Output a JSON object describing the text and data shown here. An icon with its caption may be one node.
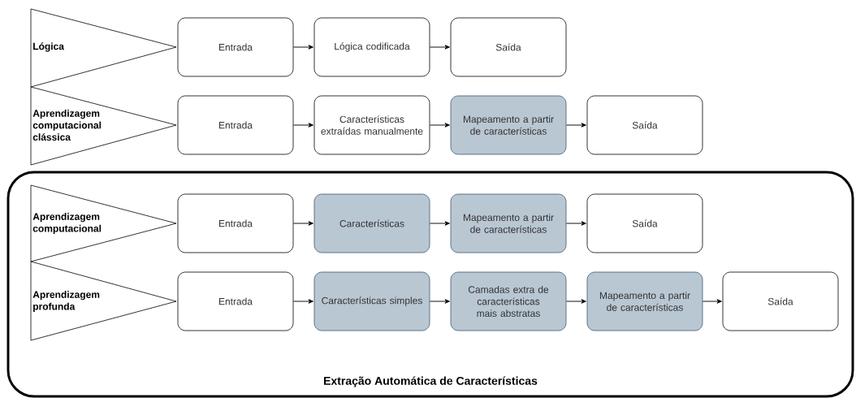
{
  "diagram": {
    "nodes": [
      {
        "text": [
          "Lógica"
        ]
      },
      {
        "text": [
          "Entrada"
        ]
      },
      {
        "text": [
          "Lógica codificada"
        ]
      },
      {
        "text": [
          "Saída"
        ]
      },
      {
        "text": [
          "Aprendizagem computacional clássica"
        ]
      },
      {
        "text": [
          "Entrada"
        ]
      },
      {
        "text": [
          "Características extraídas manualmente"
        ]
      },
      {
        "text": [
          "Mapeamento a partir de características"
        ]
      },
      {
        "text": [
          "Saída"
        ]
      },
      {
        "text": [
          "Extração Automática de Características"
        ]
      },
      {
        "text": [
          "Aprendizagem computacional"
        ],
        "in": 9
      },
      {
        "text": [
          "Entrada"
        ],
        "in": 9
      },
      {
        "text": [
          "Características"
        ],
        "in": 9
      },
      {
        "text": [
          "Mapeamento a partir de características"
        ],
        "in": 9
      },
      {
        "text": [
          "Saída"
        ],
        "in": 9
      },
      {
        "text": [
          "Aprendizagem profunda"
        ],
        "in": 9
      },
      {
        "text": [
          "Entrada"
        ],
        "in": 9
      },
      {
        "text": [
          "Características simples"
        ],
        "in": 9
      },
      {
        "text": [
          "Camadas extra de características mais abstratas"
        ],
        "in": 9
      },
      {
        "text": [
          "Mapeamento a partir de características"
        ],
        "in": 9
      },
      {
        "text": [
          "Saída"
        ],
        "in": 9
      }
    ],
    "edges": [
      {
        "from": 1,
        "to": 2,
        "arrow": "to"
      },
      {
        "from": 2,
        "to": 3,
        "arrow": "to"
      },
      {
        "from": 5,
        "to": 6,
        "arrow": "to"
      },
      {
        "from": 6,
        "to": 7,
        "arrow": "to"
      },
      {
        "from": 7,
        "to": 8,
        "arrow": "to"
      },
      {
        "from": 11,
        "to": 12,
        "arrow": "to"
      },
      {
        "from": 12,
        "to": 13,
        "arrow": "to"
      },
      {
        "from": 13,
        "to": 14,
        "arrow": "to"
      },
      {
        "from": 16,
        "to": 17,
        "arrow": "to"
      },
      {
        "from": 17,
        "to": 18,
        "arrow": "to"
      },
      {
        "from": 18,
        "to": 19,
        "arrow": "to"
      },
      {
        "from": 19,
        "to": 20,
        "arrow": "to"
      }
    ]
  }
}
